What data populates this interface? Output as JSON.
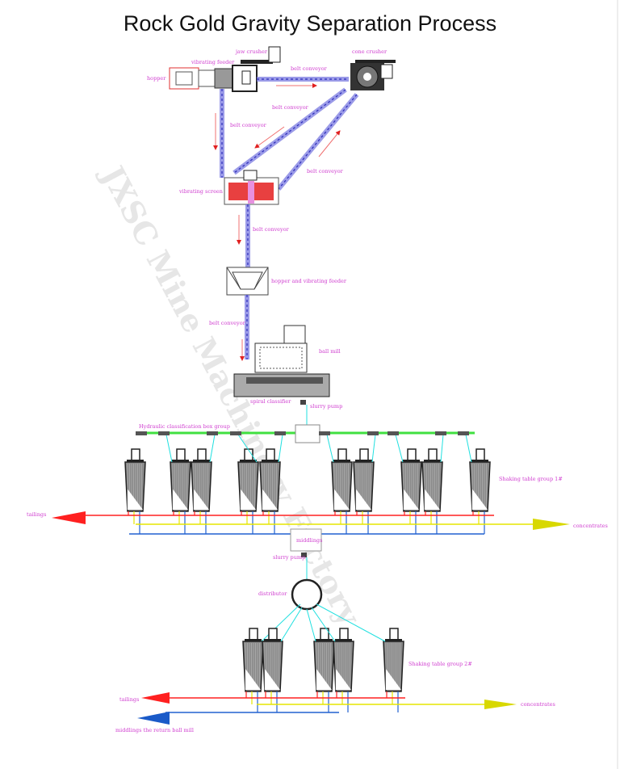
{
  "title": "Rock Gold Gravity Separation Process",
  "watermark": "JXSC Mine Machinery Factory",
  "labels": {
    "hopper": "hopper",
    "vibrating_feeder": "vibrating feeder",
    "jaw_crusher": "jaw crusher",
    "cone_crusher": "cone crusher",
    "belt_conveyor_1": "belt conveyor",
    "belt_conveyor_2": "belt conveyor",
    "belt_conveyor_3": "belt conveyor",
    "belt_conveyor_4": "belt conveyor",
    "belt_conveyor_5": "belt conveyor",
    "belt_conveyor_6": "belt conveyor",
    "vibrating_screen": "vibrating screen",
    "hopper_feeder": "hopper and vibrating feeder",
    "ball_mill": "ball mill",
    "spiral_classifier": "spiral classifier",
    "slurry_pump_1": "slurry pump",
    "hydraulic_group": "Hydraulic classification box group",
    "shaking_group_1": "Shaking table group 1#",
    "tailings_1": "tailings",
    "concentrates_1": "concentrates",
    "middlings": "middlings",
    "slurry_pump_2": "slurry pump",
    "distributor": "distributor",
    "shaking_group_2": "Shaking table group 2#",
    "tailings_2": "tailings",
    "concentrates_2": "concentrates",
    "middlings_return": "middlings the return ball mill"
  },
  "colors": {
    "tailings": "#ff2020",
    "concentrates": "#e6e600",
    "middlings": "#2060d0",
    "feed": "#20e0e0",
    "hydraulic": "#40e040"
  }
}
